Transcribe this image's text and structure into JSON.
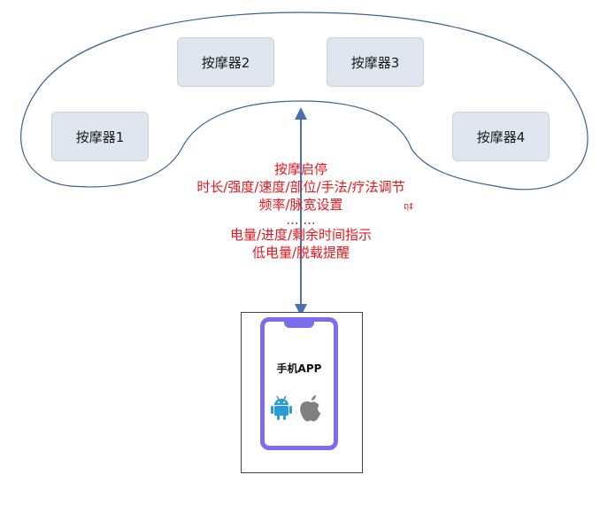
{
  "massagers": [
    {
      "label": "按摩器1"
    },
    {
      "label": "按摩器2"
    },
    {
      "label": "按摩器3"
    },
    {
      "label": "按摩器4"
    }
  ],
  "commands": [
    "按摩启停",
    "时长/强度/速度/部位/手法/疗法调节",
    "频率/脉宽设置",
    "... ...",
    "电量/进度/剩余时间指示",
    "低电量/脱载提醒"
  ],
  "stray_mark": "ฤ‡",
  "phone": {
    "label": "手机APP",
    "icons": [
      "android-icon",
      "apple-icon"
    ]
  },
  "colors": {
    "cloud_outline": "#3f5f8f",
    "arrow": "#4a72b0",
    "command_text": "#e8141d",
    "node_fill": "#dfe6ef",
    "phone_frame": "#7b6cf0",
    "android": "#2a9bd6",
    "apple": "#808080"
  }
}
